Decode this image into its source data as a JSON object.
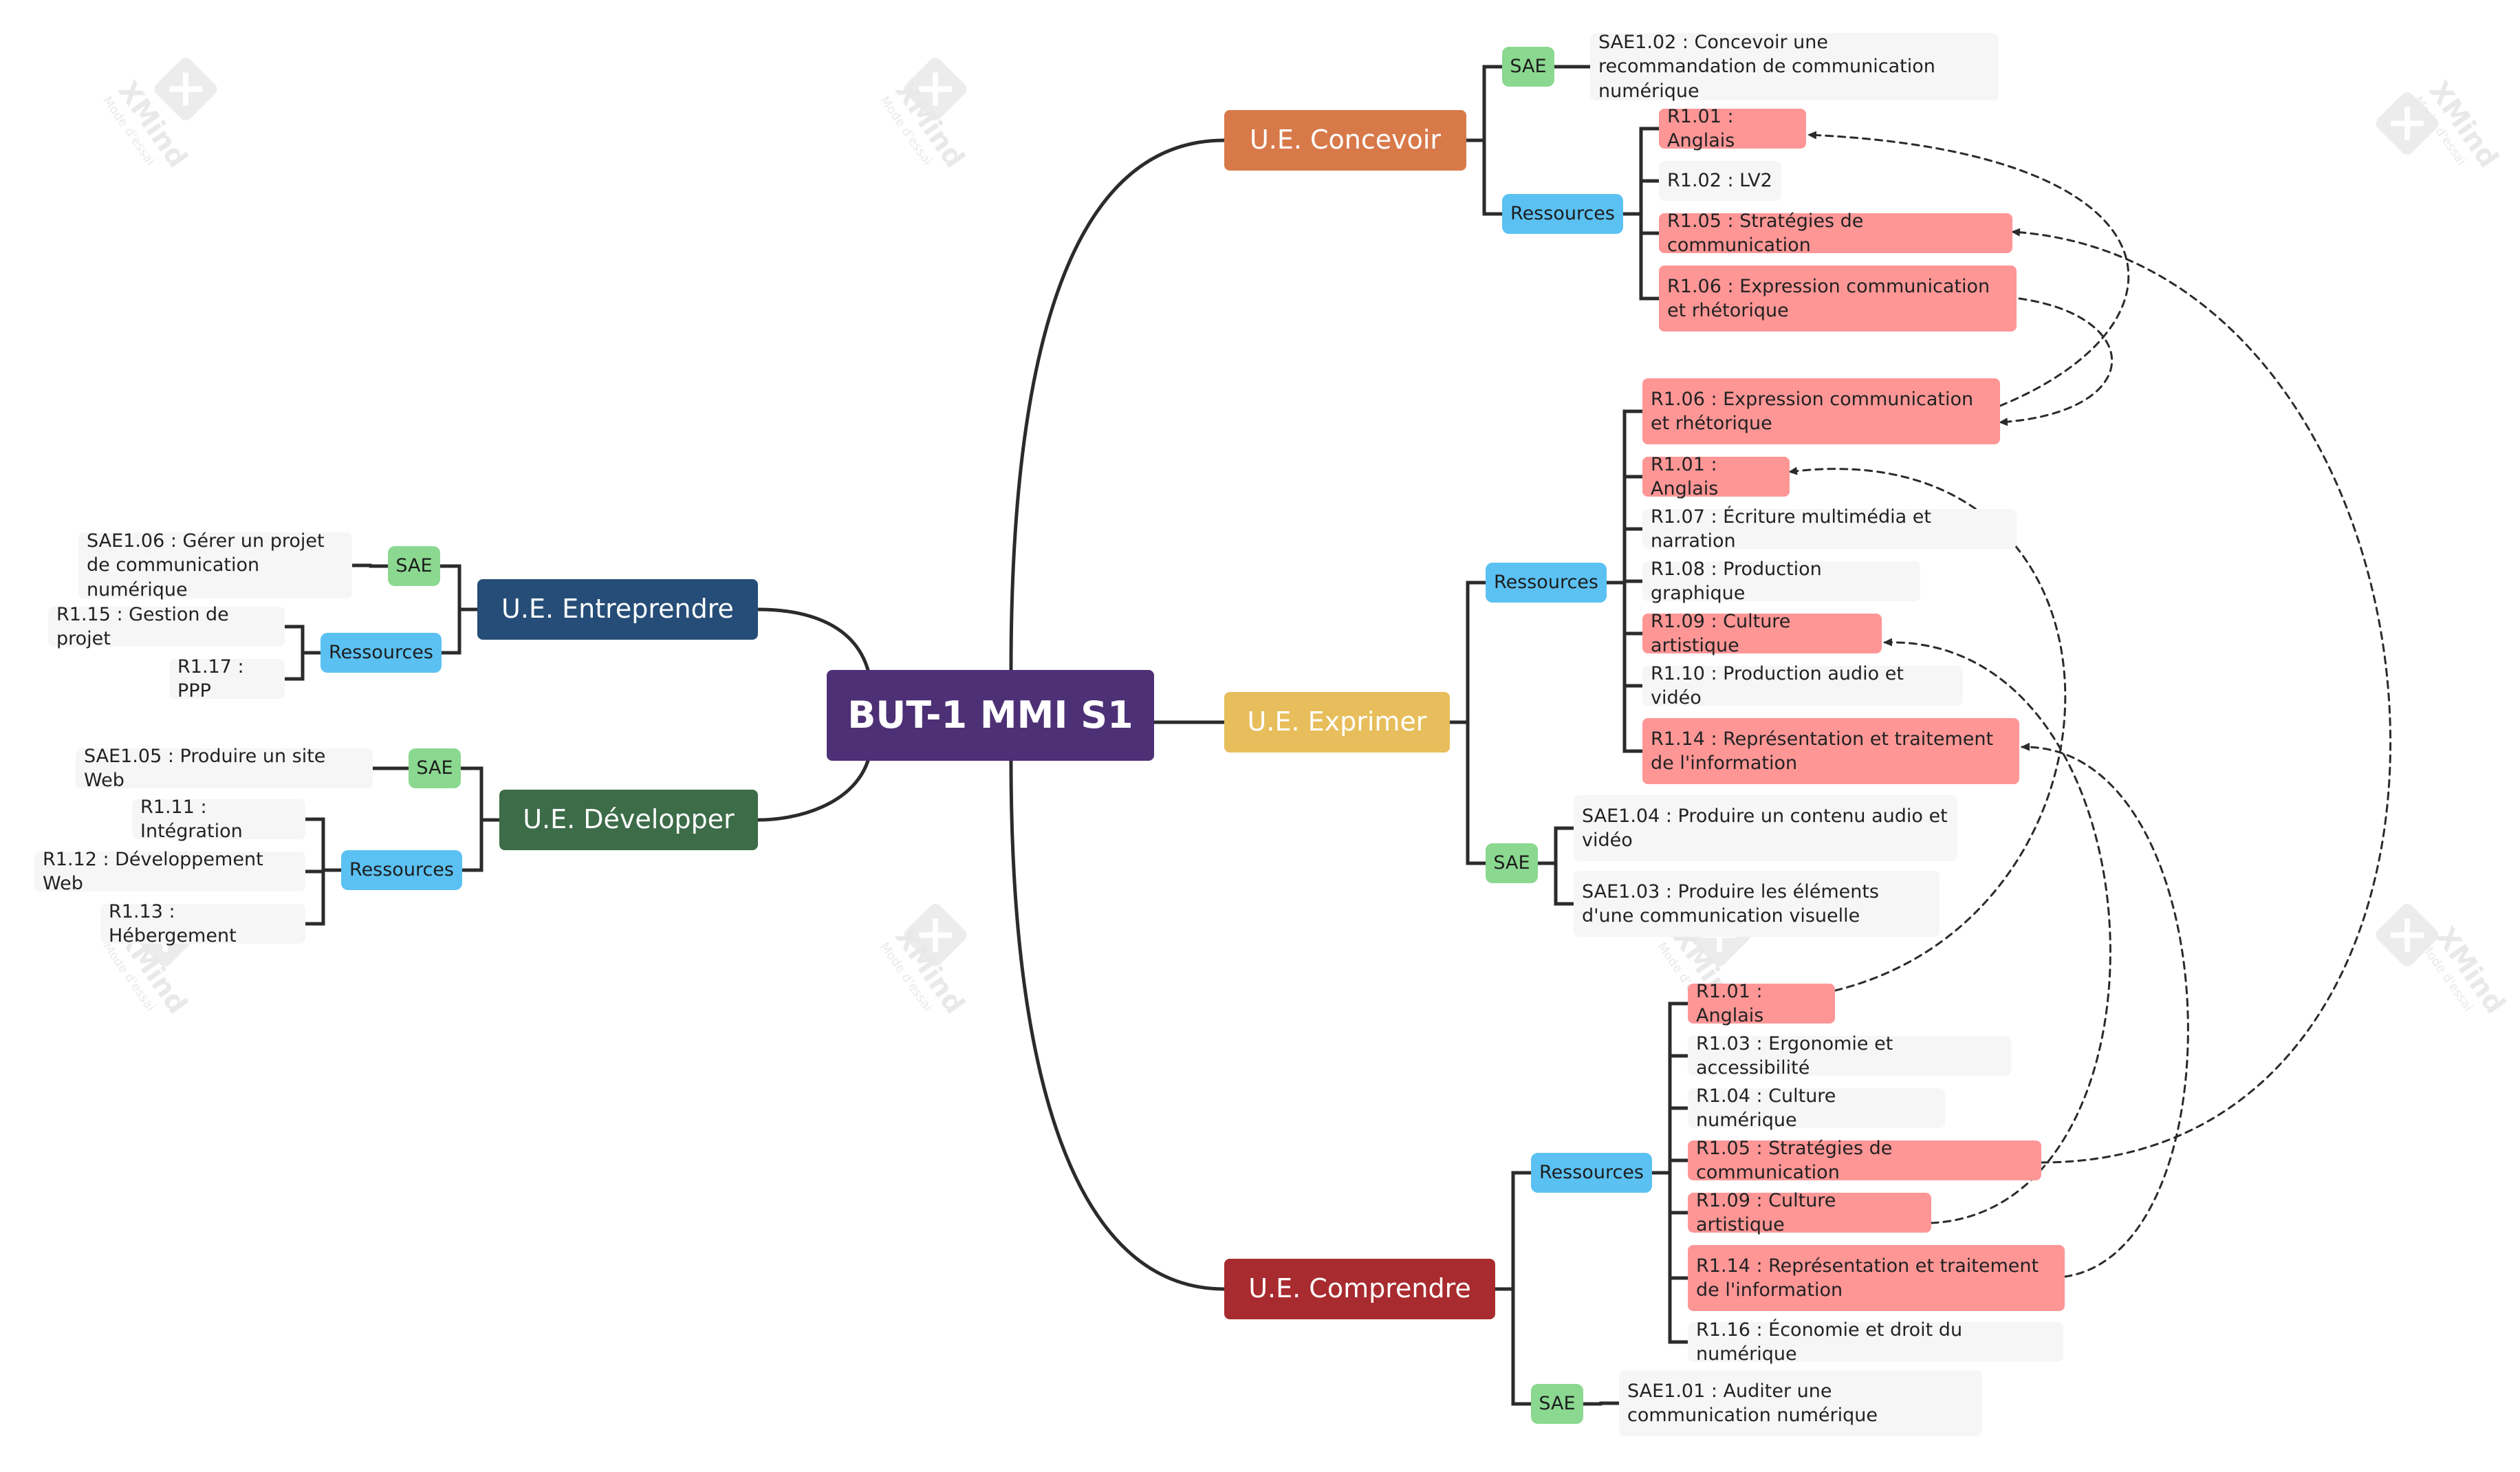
{
  "watermark": {
    "brand": "XMind",
    "mode": "Mode d'essai"
  },
  "colors": {
    "root": "#4d3075",
    "concevoir": "#d8794a",
    "exprimer": "#e7be5b",
    "comprendre": "#a82b2f",
    "entreprendre": "#254d77",
    "developper": "#3c6c48",
    "sae": "#8bd890",
    "ressources": "#5bc1f2",
    "highlight": "#fe9696",
    "leaf": "#f6f6f6"
  },
  "root": "BUT-1 MMI S1",
  "branches": {
    "concevoir": {
      "title": "U.E. Concevoir",
      "sae_label": "SAE",
      "sae": [
        "SAE1.02 : Concevoir une recommandation de communication numérique"
      ],
      "res_label": "Ressources",
      "res": [
        {
          "text": "R1.01 : Anglais",
          "hl": true
        },
        {
          "text": "R1.02 : LV2",
          "hl": false
        },
        {
          "text": "R1.05 : Stratégies de communication",
          "hl": true
        },
        {
          "text": "R1.06 : Expression communication et rhétorique",
          "hl": true
        }
      ]
    },
    "exprimer": {
      "title": "U.E. Exprimer",
      "res_label": "Ressources",
      "res": [
        {
          "text": "R1.06 : Expression communication et rhétorique",
          "hl": true
        },
        {
          "text": "R1.01 : Anglais",
          "hl": true
        },
        {
          "text": "R1.07 : Écriture multimédia et narration",
          "hl": false
        },
        {
          "text": "R1.08 : Production graphique",
          "hl": false
        },
        {
          "text": "R1.09 : Culture artistique",
          "hl": true
        },
        {
          "text": "R1.10 : Production audio et vidéo",
          "hl": false
        },
        {
          "text": "R1.14 : Représentation et traitement de l'information",
          "hl": true
        }
      ],
      "sae_label": "SAE",
      "sae": [
        "SAE1.04 : Produire un contenu audio et vidéo",
        "SAE1.03 : Produire les éléments d'une communication visuelle"
      ]
    },
    "comprendre": {
      "title": "U.E. Comprendre",
      "res_label": "Ressources",
      "res": [
        {
          "text": "R1.01 : Anglais",
          "hl": true
        },
        {
          "text": "R1.03 : Ergonomie et accessibilité",
          "hl": false
        },
        {
          "text": "R1.04 : Culture numérique",
          "hl": false
        },
        {
          "text": "R1.05 : Stratégies de communication",
          "hl": true
        },
        {
          "text": "R1.09 : Culture artistique",
          "hl": true
        },
        {
          "text": "R1.14 : Représentation et traitement de l'information",
          "hl": true
        },
        {
          "text": "R1.16 : Économie et droit du numérique",
          "hl": false
        }
      ],
      "sae_label": "SAE",
      "sae": [
        "SAE1.01 : Auditer une communication numérique"
      ]
    },
    "entreprendre": {
      "title": "U.E. Entreprendre",
      "sae_label": "SAE",
      "sae": [
        "SAE1.06 : Gérer un projet de communication numérique"
      ],
      "res_label": "Ressources",
      "res": [
        "R1.15 : Gestion de projet",
        "R1.17 : PPP"
      ]
    },
    "developper": {
      "title": "U.E. Développer",
      "sae_label": "SAE",
      "sae": [
        "SAE1.05 : Produire un site Web"
      ],
      "res_label": "Ressources",
      "res": [
        "R1.11 : Intégration",
        "R1.12 : Développement Web",
        "R1.13 : Hébergement"
      ]
    }
  }
}
